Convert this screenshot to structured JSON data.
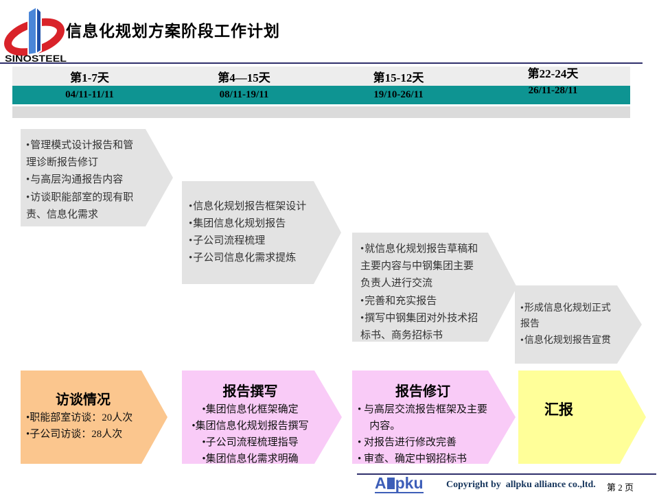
{
  "header": {
    "title": "信息化规划方案阶段工作计划",
    "brand": "SINOSTEEL"
  },
  "timeline": {
    "columns": [
      {
        "label": "第1-7天",
        "dates": "04/11-11/11"
      },
      {
        "label": "第4—15天",
        "dates": "08/11-19/11"
      },
      {
        "label": "第15-12天",
        "dates": "19/10-26/11"
      },
      {
        "label": "第22-24天",
        "dates": "26/11-28/11"
      }
    ]
  },
  "task_chevrons": [
    {
      "items": [
        "管理模式设计报告和管理诊断报告修订",
        "与高层沟通报告内容",
        "访谈职能部室的现有职责、信息化需求"
      ]
    },
    {
      "items": [
        "信息化规划报告框架设计",
        "集团信息化规划报告",
        "子公司流程梳理",
        "子公司信息化需求提炼"
      ]
    },
    {
      "items": [
        "就信息化规划报告草稿和主要内容与中钢集团主要负责人进行交流",
        "完善和充实报告",
        "撰写中钢集团对外技术招标书、商务招标书"
      ]
    },
    {
      "items": [
        "形成信息化规划正式报告",
        "信息化规划报告宣贯"
      ]
    }
  ],
  "phase_chevrons": [
    {
      "title": "访谈情况",
      "items": [
        "职能部室访谈：20人次",
        "子公司访谈：28人次"
      ],
      "color": "#FBC68E"
    },
    {
      "title": "报告撰写",
      "items": [
        "集团信息化框架确定",
        "集团信息化规划报告撰写",
        "子公司流程梳理指导",
        "集团信息化需求明确"
      ],
      "color": "#F9CBF7"
    },
    {
      "title": "报告修订",
      "items": [
        "与高层交流报告框架及主要内容。",
        "对报告进行修改完善",
        "审查、确定中钢招标书"
      ],
      "color": "#F9CBF7"
    },
    {
      "title": "汇报",
      "items": [],
      "color": "#FFFF99"
    }
  ],
  "footer": {
    "logo_a": "A",
    "logo_rest": "pku",
    "copyright": "Copyright by  allpku alliance co.,ltd.",
    "page": "第 2 页"
  },
  "colors": {
    "teal_band": "#0E9492",
    "label_band": "#EDEDED",
    "tail_band": "#DBDBDB",
    "task_gray": "#E3E3E3",
    "orange": "#FBC68E",
    "pink": "#F9CBF7",
    "yellow": "#FFFF99",
    "navy_line": "#2E2E6B",
    "logo_blue": "#3D5EB8",
    "logo_red": "#D9232A"
  }
}
